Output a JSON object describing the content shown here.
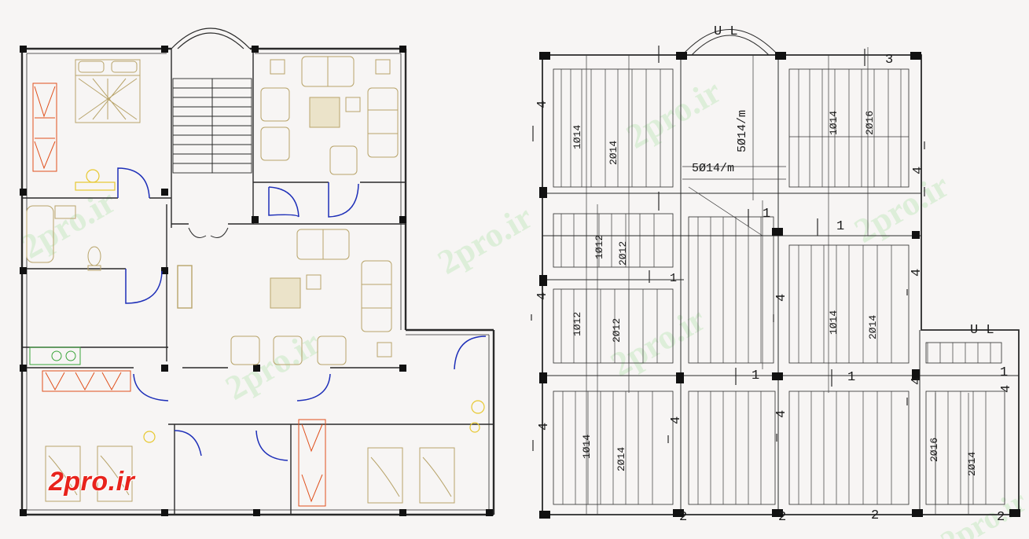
{
  "logo": "2pro.ir",
  "watermark": "2pro.ir",
  "colors": {
    "background": "#f7f5f4",
    "wall": "#2a2a2a",
    "column": "#111111",
    "door": "#1e2fb8",
    "furniture": "#b8a46a",
    "orange": "#e0501c",
    "logo": "#e8231c",
    "watermark": "#c9e9c4"
  },
  "plan": {
    "stair_up": "U L",
    "stair_up_right": "U L"
  },
  "slab": {
    "center_top": [
      "5Ø14/m",
      "5Ø14/m"
    ],
    "panel_labels": {
      "p1": [
        "1Ø14",
        "2Ø14"
      ],
      "p2": [
        "1Ø12",
        "2Ø12"
      ],
      "p3": [
        "1Ø12",
        "2Ø12"
      ],
      "p4": [
        "1Ø14",
        "2Ø14"
      ],
      "p5": [
        "1Ø14",
        "2Ø16"
      ],
      "p6": [
        "1Ø14",
        "2Ø14"
      ],
      "p7": [
        "2Ø16",
        "2Ø14"
      ]
    },
    "beam_numbers": [
      "3",
      "4",
      "4",
      "4",
      "4",
      "4",
      "4",
      "4",
      "4",
      "4",
      "4",
      "1",
      "1",
      "1",
      "1",
      "1",
      "1",
      "2",
      "2",
      "2",
      "2"
    ]
  }
}
